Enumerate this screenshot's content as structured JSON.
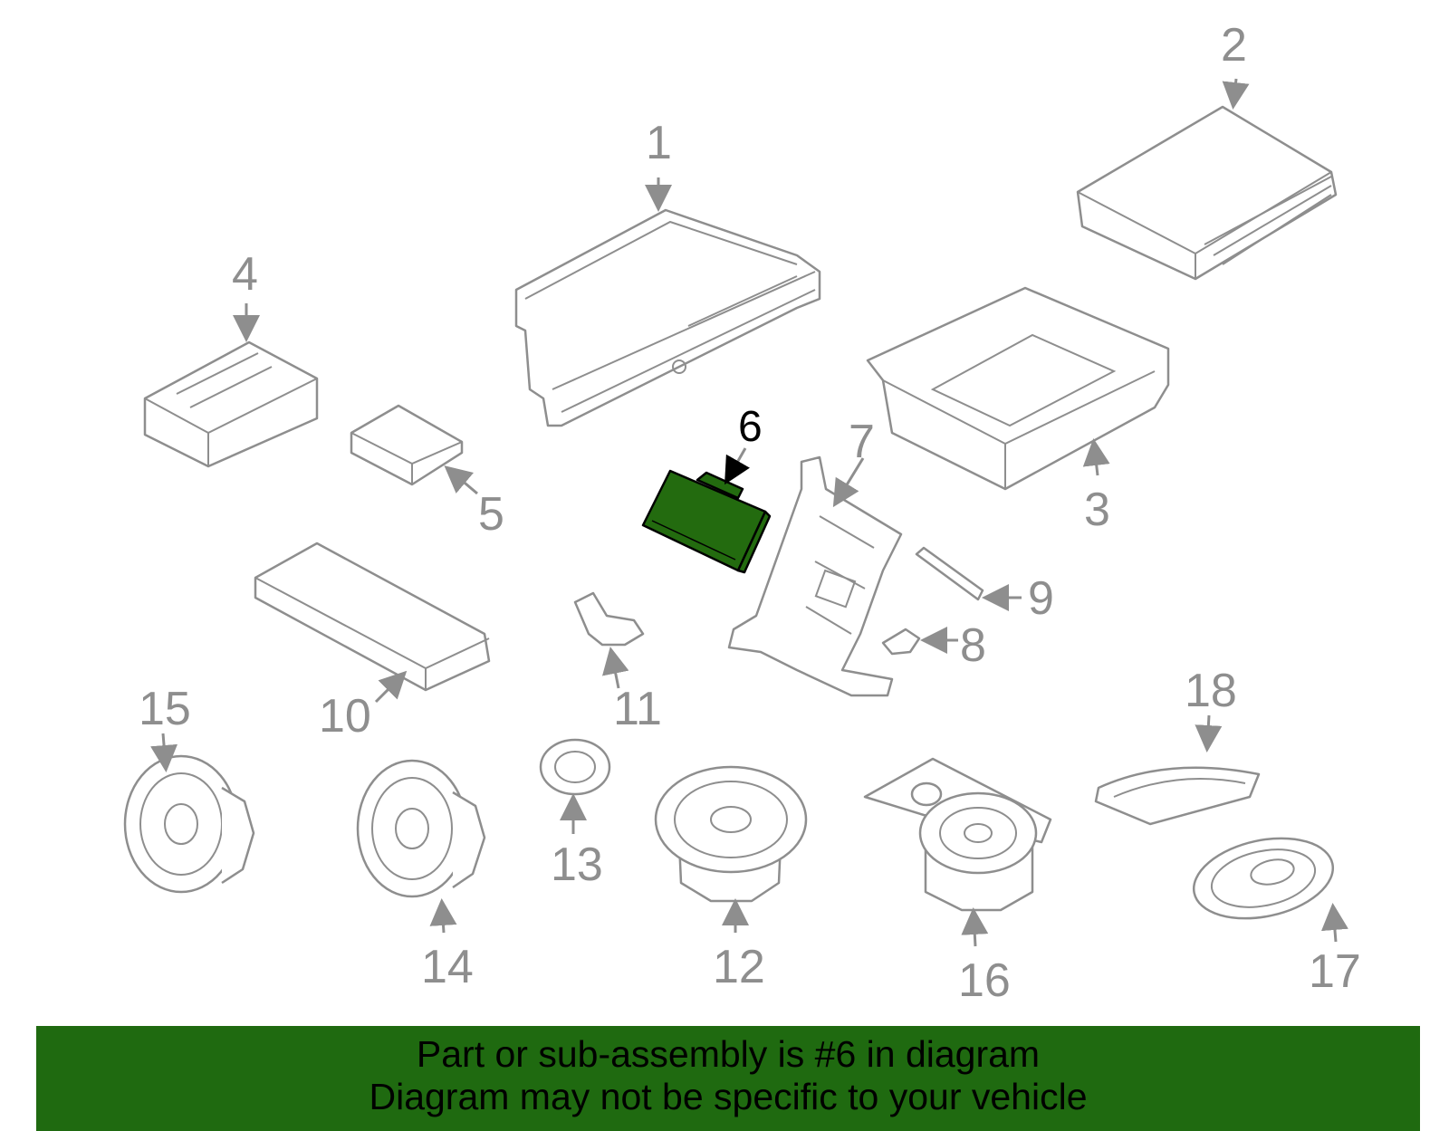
{
  "diagram": {
    "callouts": [
      {
        "id": "1",
        "label": "1"
      },
      {
        "id": "2",
        "label": "2"
      },
      {
        "id": "3",
        "label": "3"
      },
      {
        "id": "4",
        "label": "4"
      },
      {
        "id": "5",
        "label": "5"
      },
      {
        "id": "6",
        "label": "6"
      },
      {
        "id": "7",
        "label": "7"
      },
      {
        "id": "8",
        "label": "8"
      },
      {
        "id": "9",
        "label": "9"
      },
      {
        "id": "10",
        "label": "10"
      },
      {
        "id": "11",
        "label": "11"
      },
      {
        "id": "12",
        "label": "12"
      },
      {
        "id": "13",
        "label": "13"
      },
      {
        "id": "14",
        "label": "14"
      },
      {
        "id": "15",
        "label": "15"
      },
      {
        "id": "16",
        "label": "16"
      },
      {
        "id": "17",
        "label": "17"
      },
      {
        "id": "18",
        "label": "18"
      }
    ],
    "highlighted_part": "6"
  },
  "banner": {
    "line1": "Part or sub-assembly is #6 in diagram",
    "line2": "Diagram may not be specific to your vehicle"
  },
  "colors": {
    "highlight": "#236b0f",
    "banner": "#1f6a10",
    "line_art": "#8e8e8e"
  }
}
